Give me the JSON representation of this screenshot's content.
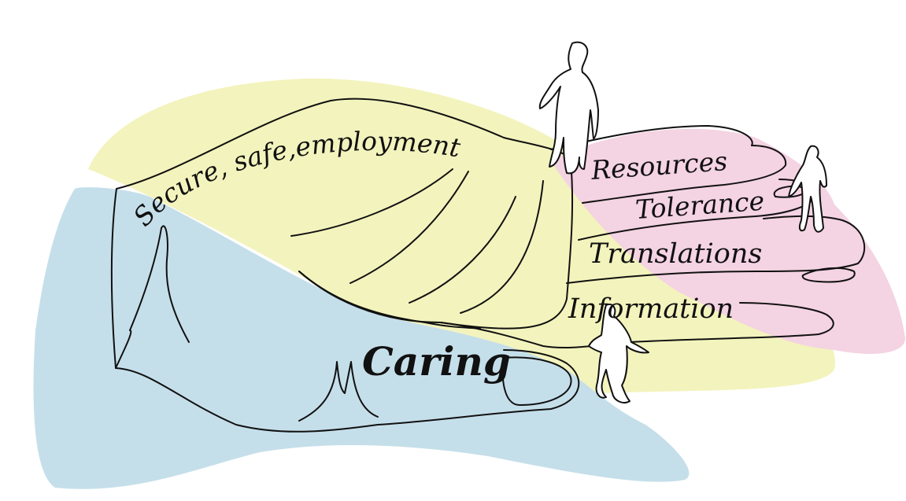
{
  "labels": {
    "employment": "Secure, safe,employment",
    "resources": "Resources",
    "tolerance": "Tolerance",
    "translations": "Translations",
    "information": "Information",
    "caring": "Caring"
  },
  "colors": {
    "blue_region": "#c5dfea",
    "yellow_region": "#f3f3bd",
    "pink_region": "#f4d3e2",
    "ink": "#111111"
  },
  "icons": [
    "hand-outline",
    "person-figure"
  ]
}
